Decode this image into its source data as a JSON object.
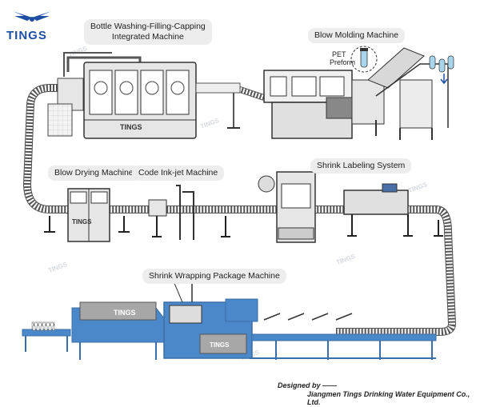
{
  "brand": {
    "name": "TINGS",
    "logo_icon": "eagle-wings-icon",
    "color": "#1d4ea3"
  },
  "watermark": "TINGS",
  "labels": {
    "washing": {
      "line1": "Bottle Washing-Filling-Capping",
      "line2": "Integrated Machine"
    },
    "blow_molding": "Blow Molding Machine",
    "preform": {
      "line1": "PET",
      "line2": "Preform"
    },
    "blow_drying": "Blow Drying Machine",
    "inkjet": "Code Ink-jet Machine",
    "shrink_label": "Shrink Labeling System",
    "shrink_wrap": "Shrink Wrapping Package Machine"
  },
  "machine_marks": {
    "washing": "TINGS",
    "drying": "TINGS",
    "wrapping": "TINGS",
    "wrapping_small": "TINGS"
  },
  "footer": {
    "designed_by": "Designed by ——",
    "company": "Jiangmen Tings Drinking Water Equipment Co., Ltd."
  },
  "colors": {
    "wrap_blue": "#4a88c9",
    "wrap_frame": "#3a6ea8",
    "machine_gray": "#e6e6e6",
    "label_gray": "#ededed",
    "conveyor": "#666666"
  }
}
